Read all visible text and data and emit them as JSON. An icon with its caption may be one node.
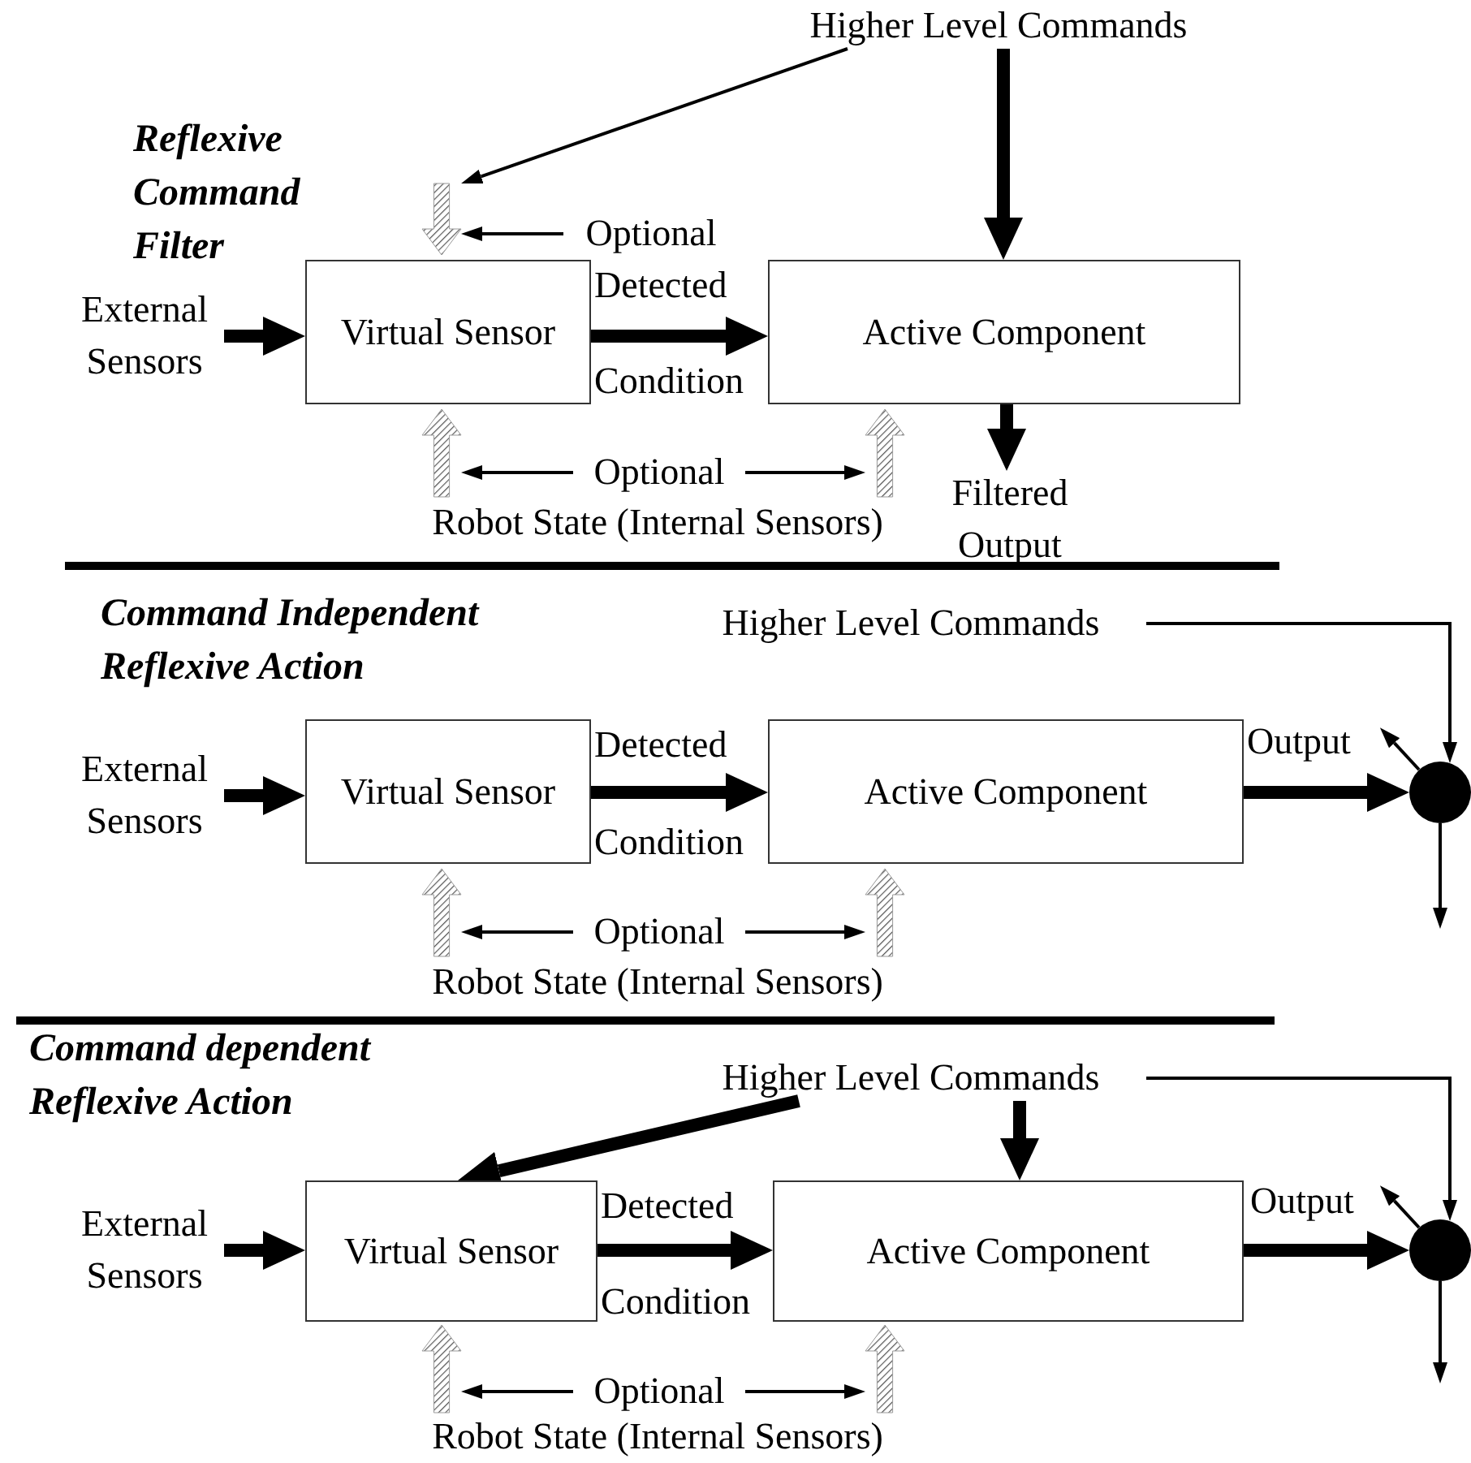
{
  "diagram": {
    "nodes": [
      {
        "text": [
          "Higher Level Commands"
        ]
      },
      {
        "text": [],
        "shape": "arrow"
      },
      {
        "text": [
          "Optional"
        ]
      },
      {
        "text": [
          "External Sensors"
        ]
      },
      {
        "text": [
          "Virtual Sensor"
        ]
      },
      {
        "text": [
          "Active Component"
        ]
      },
      {
        "text": [],
        "shape": "arrow"
      },
      {
        "text": [
          "Optional"
        ]
      },
      {
        "text": [],
        "shape": "arrow"
      },
      {
        "text": [
          "Robot State (Internal Sensors)"
        ]
      },
      {
        "text": [
          "Filtered Output"
        ]
      },
      {
        "text": [
          "Higher Level Commands"
        ]
      },
      {
        "text": [
          "External Sensors"
        ]
      },
      {
        "text": [
          "Virtual Sensor"
        ]
      },
      {
        "text": [
          "Active Component"
        ]
      },
      {
        "text": [],
        "shape": "circle"
      },
      {
        "text": [],
        "shape": "arrow"
      },
      {
        "text": [
          "Optional"
        ]
      },
      {
        "text": [],
        "shape": "arrow"
      },
      {
        "text": [
          "Robot State (Internal Sensors)"
        ]
      },
      {
        "text": [
          "Higher Level Commands"
        ]
      },
      {
        "text": [
          "External Sensors"
        ]
      },
      {
        "text": [
          "Virtual Sensor"
        ]
      },
      {
        "text": [
          "Active Component"
        ]
      },
      {
        "text": [],
        "shape": "circle"
      },
      {
        "text": [],
        "shape": "arrow"
      },
      {
        "text": [
          "Optional"
        ]
      },
      {
        "text": [],
        "shape": "arrow"
      },
      {
        "text": [
          "Robot State (Internal Sensors)"
        ]
      }
    ],
    "edges": [
      {
        "from": 0,
        "to": 1,
        "arrow": "to"
      },
      {
        "from": 0,
        "to": 5,
        "arrow": "to",
        "style": "thick"
      },
      {
        "from": 2,
        "to": 1,
        "arrow": "to"
      },
      {
        "from": 3,
        "to": 4,
        "arrow": "to",
        "style": "thick"
      },
      {
        "from": 4,
        "to": 5,
        "arrow": "to",
        "style": "thick"
      },
      {
        "from": 5,
        "to": 10,
        "arrow": "to",
        "style": "thick"
      },
      {
        "from": 7,
        "to": 6,
        "arrow": "to"
      },
      {
        "from": 7,
        "to": 8,
        "arrow": "to"
      },
      {
        "from": 11,
        "to": 15,
        "arrow": "to"
      },
      {
        "from": 12,
        "to": 13,
        "arrow": "to",
        "style": "thick"
      },
      {
        "from": 13,
        "to": 14,
        "arrow": "to",
        "style": "thick"
      },
      {
        "from": 14,
        "to": 15,
        "arrow": "to",
        "style": "thick"
      },
      {
        "from": 15,
        "to": null,
        "arrow": "to"
      },
      {
        "from": 15,
        "to": null,
        "arrow": "to"
      },
      {
        "from": 17,
        "to": 16,
        "arrow": "to"
      },
      {
        "from": 17,
        "to": 18,
        "arrow": "to"
      },
      {
        "from": 20,
        "to": 22,
        "arrow": "to",
        "style": "thick"
      },
      {
        "from": 20,
        "to": 23,
        "arrow": "to",
        "style": "thick"
      },
      {
        "from": 20,
        "to": 24,
        "arrow": "to"
      },
      {
        "from": 21,
        "to": 22,
        "arrow": "to",
        "style": "thick"
      },
      {
        "from": 22,
        "to": 23,
        "arrow": "to",
        "style": "thick"
      },
      {
        "from": 23,
        "to": 24,
        "arrow": "to",
        "style": "thick"
      },
      {
        "from": 24,
        "to": null,
        "arrow": "to"
      },
      {
        "from": 24,
        "to": null,
        "arrow": "to"
      },
      {
        "from": 26,
        "to": 25,
        "arrow": "to"
      },
      {
        "from": 26,
        "to": 27,
        "arrow": "to"
      }
    ],
    "labels": [
      "Reflexive Command Filter",
      "Detected",
      "Condition",
      "Command Independent Reflexive Action",
      "Detected",
      "Condition",
      "Output",
      "Command dependent Reflexive Action",
      "Detected",
      "Condition",
      "Output"
    ]
  }
}
